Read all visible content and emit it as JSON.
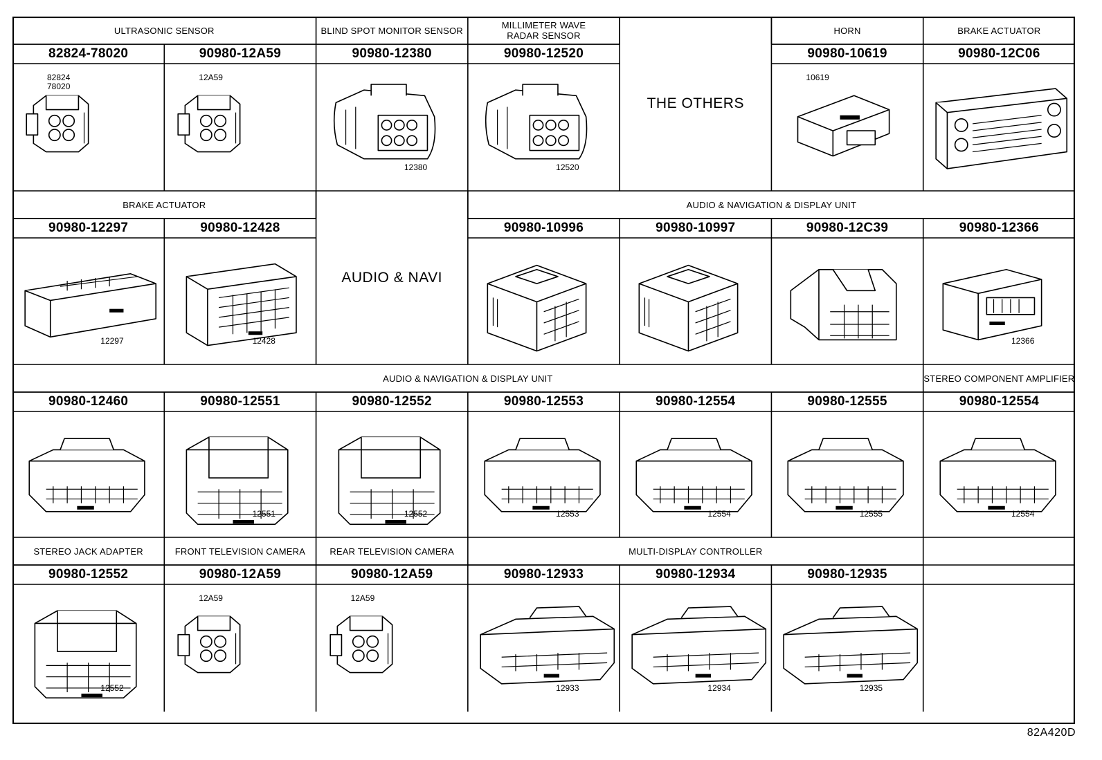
{
  "diagram_ref": "82A420D",
  "rows": [
    {
      "header_spans": [
        {
          "label": "ULTRASONIC SENSOR",
          "span": 2
        },
        {
          "label": "BLIND SPOT MONITOR SENSOR",
          "span": 1
        },
        {
          "label": "MILLIMETER WAVE\nRADAR SENSOR",
          "span": 1
        },
        {
          "label": "",
          "span": 1
        },
        {
          "label": "HORN",
          "span": 1
        },
        {
          "label": "BRAKE ACTUATOR",
          "span": 1
        }
      ],
      "cells": [
        {
          "part": "82824-78020",
          "tag": "82824\n78020",
          "icon": "small-connector-icon"
        },
        {
          "part": "90980-12A59",
          "tag": "12A59",
          "icon": "small-connector-icon"
        },
        {
          "part": "90980-12380",
          "tag": "12380",
          "icon": "round-sensor-connector-icon"
        },
        {
          "part": "90980-12520",
          "tag": "12520",
          "icon": "round-sensor-connector-icon"
        },
        {
          "merged_label": "THE OTHERS"
        },
        {
          "part": "90980-10619",
          "tag": "10619",
          "icon": "horn-connector-icon"
        },
        {
          "part": "90980-12C06",
          "tag": "",
          "icon": "multi-pin-block-icon"
        }
      ]
    },
    {
      "header_spans": [
        {
          "label": "BRAKE ACTUATOR",
          "span": 2
        },
        {
          "label": "",
          "span": 1
        },
        {
          "label": "AUDIO & NAVIGATION & DISPLAY UNIT",
          "span": 4
        }
      ],
      "cells": [
        {
          "part": "90980-12297",
          "tag": "12297",
          "icon": "flat-block-connector-icon"
        },
        {
          "part": "90980-12428",
          "tag": "12428",
          "icon": "multi-pin-connector-icon"
        },
        {
          "merged_label": "AUDIO & NAVI"
        },
        {
          "part": "90980-10996",
          "tag": "",
          "icon": "box-connector-icon"
        },
        {
          "part": "90980-10997",
          "tag": "",
          "icon": "box-connector-icon"
        },
        {
          "part": "90980-12C39",
          "tag": "",
          "icon": "latched-connector-icon"
        },
        {
          "part": "90980-12366",
          "tag": "12366",
          "icon": "slim-connector-icon"
        }
      ]
    },
    {
      "header_spans": [
        {
          "label": "AUDIO & NAVIGATION & DISPLAY UNIT",
          "span": 6
        },
        {
          "label": "STEREO COMPONENT AMPLIFIER",
          "span": 1
        }
      ],
      "cells": [
        {
          "part": "90980-12460",
          "tag": "",
          "icon": "wide-connector-icon"
        },
        {
          "part": "90980-12551",
          "tag": "12551",
          "icon": "tall-connector-icon"
        },
        {
          "part": "90980-12552",
          "tag": "12552",
          "icon": "tall-connector-icon"
        },
        {
          "part": "90980-12553",
          "tag": "12553",
          "icon": "wide-connector-icon"
        },
        {
          "part": "90980-12554",
          "tag": "12554",
          "icon": "wide-connector-icon"
        },
        {
          "part": "90980-12555",
          "tag": "12555",
          "icon": "wide-connector-icon"
        },
        {
          "part": "90980-12554",
          "tag": "12554",
          "icon": "wide-connector-icon"
        }
      ]
    },
    {
      "header_spans": [
        {
          "label": "STEREO JACK ADAPTER",
          "span": 1
        },
        {
          "label": "FRONT TELEVISION CAMERA",
          "span": 1
        },
        {
          "label": "REAR TELEVISION CAMERA",
          "span": 1
        },
        {
          "label": "MULTI-DISPLAY CONTROLLER",
          "span": 3
        },
        {
          "label": "",
          "span": 1
        }
      ],
      "cells": [
        {
          "part": "90980-12552",
          "tag": "12552",
          "icon": "tall-connector-icon"
        },
        {
          "part": "90980-12A59",
          "tag": "12A59",
          "icon": "small-connector-icon"
        },
        {
          "part": "90980-12A59",
          "tag": "12A59",
          "icon": "small-connector-icon"
        },
        {
          "part": "90980-12933",
          "tag": "12933",
          "icon": "long-connector-icon"
        },
        {
          "part": "90980-12934",
          "tag": "12934",
          "icon": "long-connector-icon"
        },
        {
          "part": "90980-12935",
          "tag": "12935",
          "icon": "long-connector-icon"
        },
        {
          "empty": true
        }
      ]
    }
  ]
}
